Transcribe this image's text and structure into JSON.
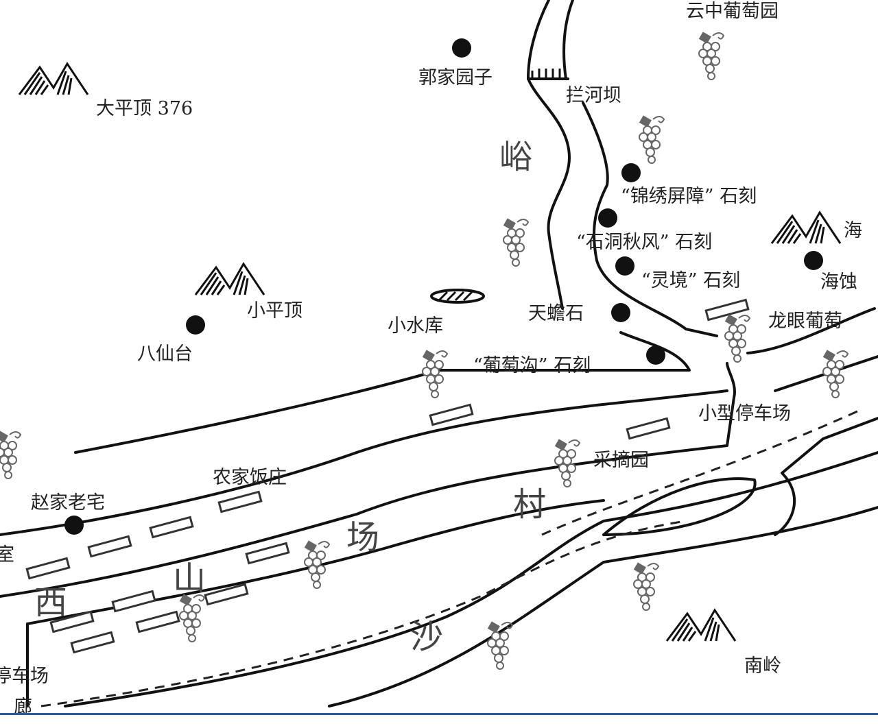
{
  "map": {
    "labels": {
      "yunzhong_vineyard": "云中葡萄园",
      "guojia_yuanzi": "郭家园子",
      "lanhe_ba": "拦河坝",
      "dapingding": "大平顶 376",
      "yu": "峪",
      "jinxiu_carving": "“锦绣屏障” 石刻",
      "shidong_carving": "“石洞秋风” 石刻",
      "lingjing_carving": "“灵境” 石刻",
      "hai": "海",
      "haishi": "海蚀",
      "xiaopingding": "小平顶",
      "xiao_shuiku": "小水库",
      "tianchan_shi": "天蟾石",
      "longyan_vineyard": "龙眼葡萄",
      "baxian_tai": "八仙台",
      "putaogou_carving": "“葡萄沟” 石刻",
      "small_parking": "小型停车场",
      "caizhai_yuan": "采摘园",
      "nongjia_fanzhuang": "农家饭庄",
      "zhaojia_laozhai": "赵家老宅",
      "shi": "室",
      "parking": "停车场",
      "langlang": "廊",
      "nanling": "南岭"
    },
    "village_name": [
      "西",
      "山",
      "场",
      "村"
    ],
    "river_name": "沙",
    "colors": {
      "ink": "#111111",
      "grape": "#666666",
      "bar": "#2c5aa0"
    }
  }
}
